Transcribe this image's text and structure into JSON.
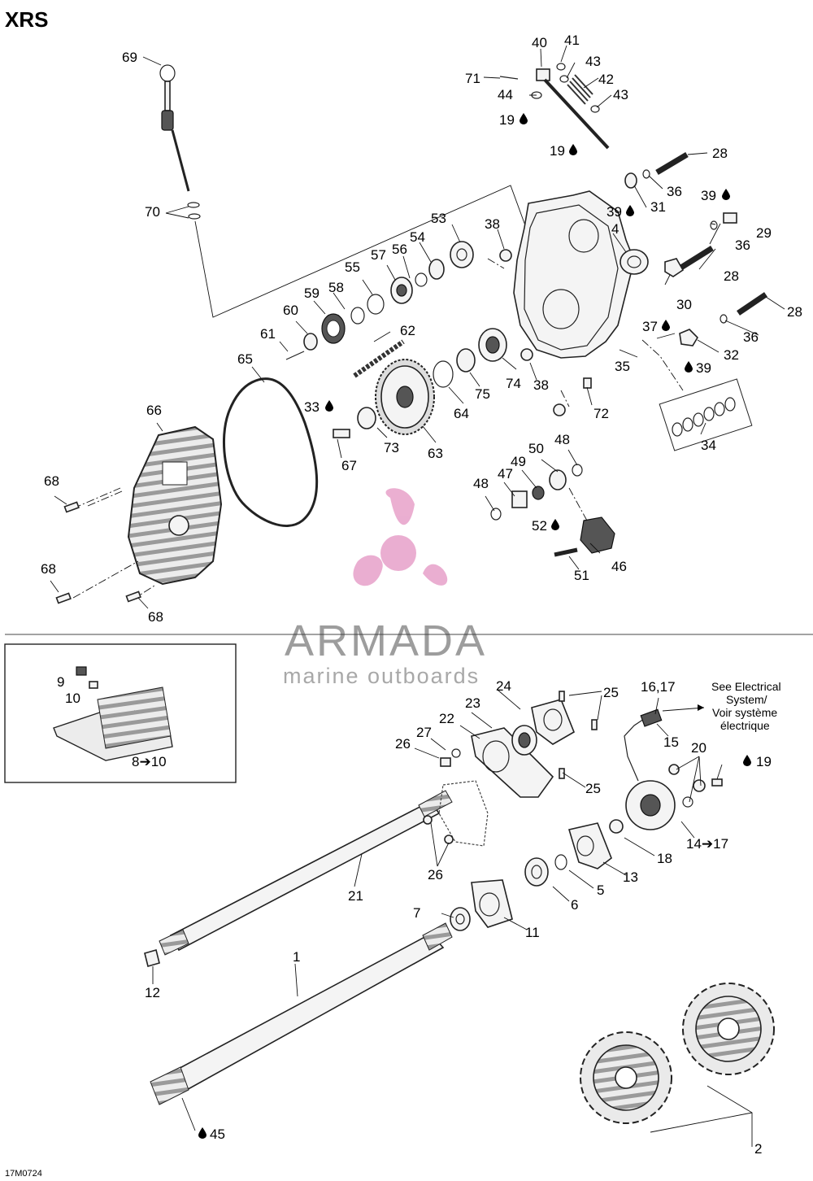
{
  "diagram": {
    "title": "XRS",
    "figure_code": "17M0724",
    "watermark": {
      "brand": "ARMADA",
      "tagline": "marine outboards"
    },
    "note": [
      "See Electrical",
      "System/",
      "Voir système",
      "électrique"
    ],
    "drop_icon": "oil-drop-icon",
    "labels": [
      {
        "id": "69",
        "text": "69"
      },
      {
        "id": "40",
        "text": "40"
      },
      {
        "id": "41",
        "text": "41"
      },
      {
        "id": "43a",
        "text": "43"
      },
      {
        "id": "71",
        "text": "71"
      },
      {
        "id": "42",
        "text": "42"
      },
      {
        "id": "44",
        "text": "44"
      },
      {
        "id": "43b",
        "text": "43"
      },
      {
        "id": "19a",
        "text": "19"
      },
      {
        "id": "19b",
        "text": "19"
      },
      {
        "id": "28a",
        "text": "28"
      },
      {
        "id": "36a",
        "text": "36"
      },
      {
        "id": "39a",
        "text": "39"
      },
      {
        "id": "31",
        "text": "31"
      },
      {
        "id": "39b",
        "text": "39"
      },
      {
        "id": "70",
        "text": "70"
      },
      {
        "id": "29",
        "text": "29"
      },
      {
        "id": "53",
        "text": "53"
      },
      {
        "id": "38a",
        "text": "38"
      },
      {
        "id": "4",
        "text": "4"
      },
      {
        "id": "36b",
        "text": "36"
      },
      {
        "id": "54",
        "text": "54"
      },
      {
        "id": "56",
        "text": "56"
      },
      {
        "id": "57",
        "text": "57"
      },
      {
        "id": "28b",
        "text": "28"
      },
      {
        "id": "55",
        "text": "55"
      },
      {
        "id": "30",
        "text": "30"
      },
      {
        "id": "59",
        "text": "59"
      },
      {
        "id": "58",
        "text": "58"
      },
      {
        "id": "28c",
        "text": "28"
      },
      {
        "id": "60",
        "text": "60"
      },
      {
        "id": "37",
        "text": "37"
      },
      {
        "id": "36c",
        "text": "36"
      },
      {
        "id": "61",
        "text": "61"
      },
      {
        "id": "62",
        "text": "62"
      },
      {
        "id": "32",
        "text": "32"
      },
      {
        "id": "65",
        "text": "65"
      },
      {
        "id": "35",
        "text": "35"
      },
      {
        "id": "39c",
        "text": "39"
      },
      {
        "id": "74",
        "text": "74"
      },
      {
        "id": "38b",
        "text": "38"
      },
      {
        "id": "75",
        "text": "75"
      },
      {
        "id": "66",
        "text": "66"
      },
      {
        "id": "33",
        "text": "33"
      },
      {
        "id": "64",
        "text": "64"
      },
      {
        "id": "72",
        "text": "72"
      },
      {
        "id": "73",
        "text": "73"
      },
      {
        "id": "63",
        "text": "63"
      },
      {
        "id": "34",
        "text": "34"
      },
      {
        "id": "67",
        "text": "67"
      },
      {
        "id": "50",
        "text": "50"
      },
      {
        "id": "48a",
        "text": "48"
      },
      {
        "id": "49",
        "text": "49"
      },
      {
        "id": "68a",
        "text": "68"
      },
      {
        "id": "47",
        "text": "47"
      },
      {
        "id": "48b",
        "text": "48"
      },
      {
        "id": "52",
        "text": "52"
      },
      {
        "id": "46",
        "text": "46"
      },
      {
        "id": "68b",
        "text": "68"
      },
      {
        "id": "51",
        "text": "51"
      },
      {
        "id": "68c",
        "text": "68"
      },
      {
        "id": "16_17",
        "text": "16,17"
      },
      {
        "id": "24",
        "text": "24"
      },
      {
        "id": "25a",
        "text": "25"
      },
      {
        "id": "9",
        "text": "9"
      },
      {
        "id": "10",
        "text": "10"
      },
      {
        "id": "23",
        "text": "23"
      },
      {
        "id": "22",
        "text": "22"
      },
      {
        "id": "15",
        "text": "15"
      },
      {
        "id": "27",
        "text": "27"
      },
      {
        "id": "26a",
        "text": "26"
      },
      {
        "id": "20",
        "text": "20"
      },
      {
        "id": "19c",
        "text": "19"
      },
      {
        "id": "8_10",
        "text": "8➔10"
      },
      {
        "id": "25b",
        "text": "25"
      },
      {
        "id": "14_17",
        "text": "14➔17"
      },
      {
        "id": "26b",
        "text": "26"
      },
      {
        "id": "18",
        "text": "18"
      },
      {
        "id": "13",
        "text": "13"
      },
      {
        "id": "21",
        "text": "21"
      },
      {
        "id": "5",
        "text": "5"
      },
      {
        "id": "6",
        "text": "6"
      },
      {
        "id": "7",
        "text": "7"
      },
      {
        "id": "11",
        "text": "11"
      },
      {
        "id": "1",
        "text": "1"
      },
      {
        "id": "12",
        "text": "12"
      },
      {
        "id": "45",
        "text": "45"
      },
      {
        "id": "2",
        "text": "2"
      }
    ]
  }
}
